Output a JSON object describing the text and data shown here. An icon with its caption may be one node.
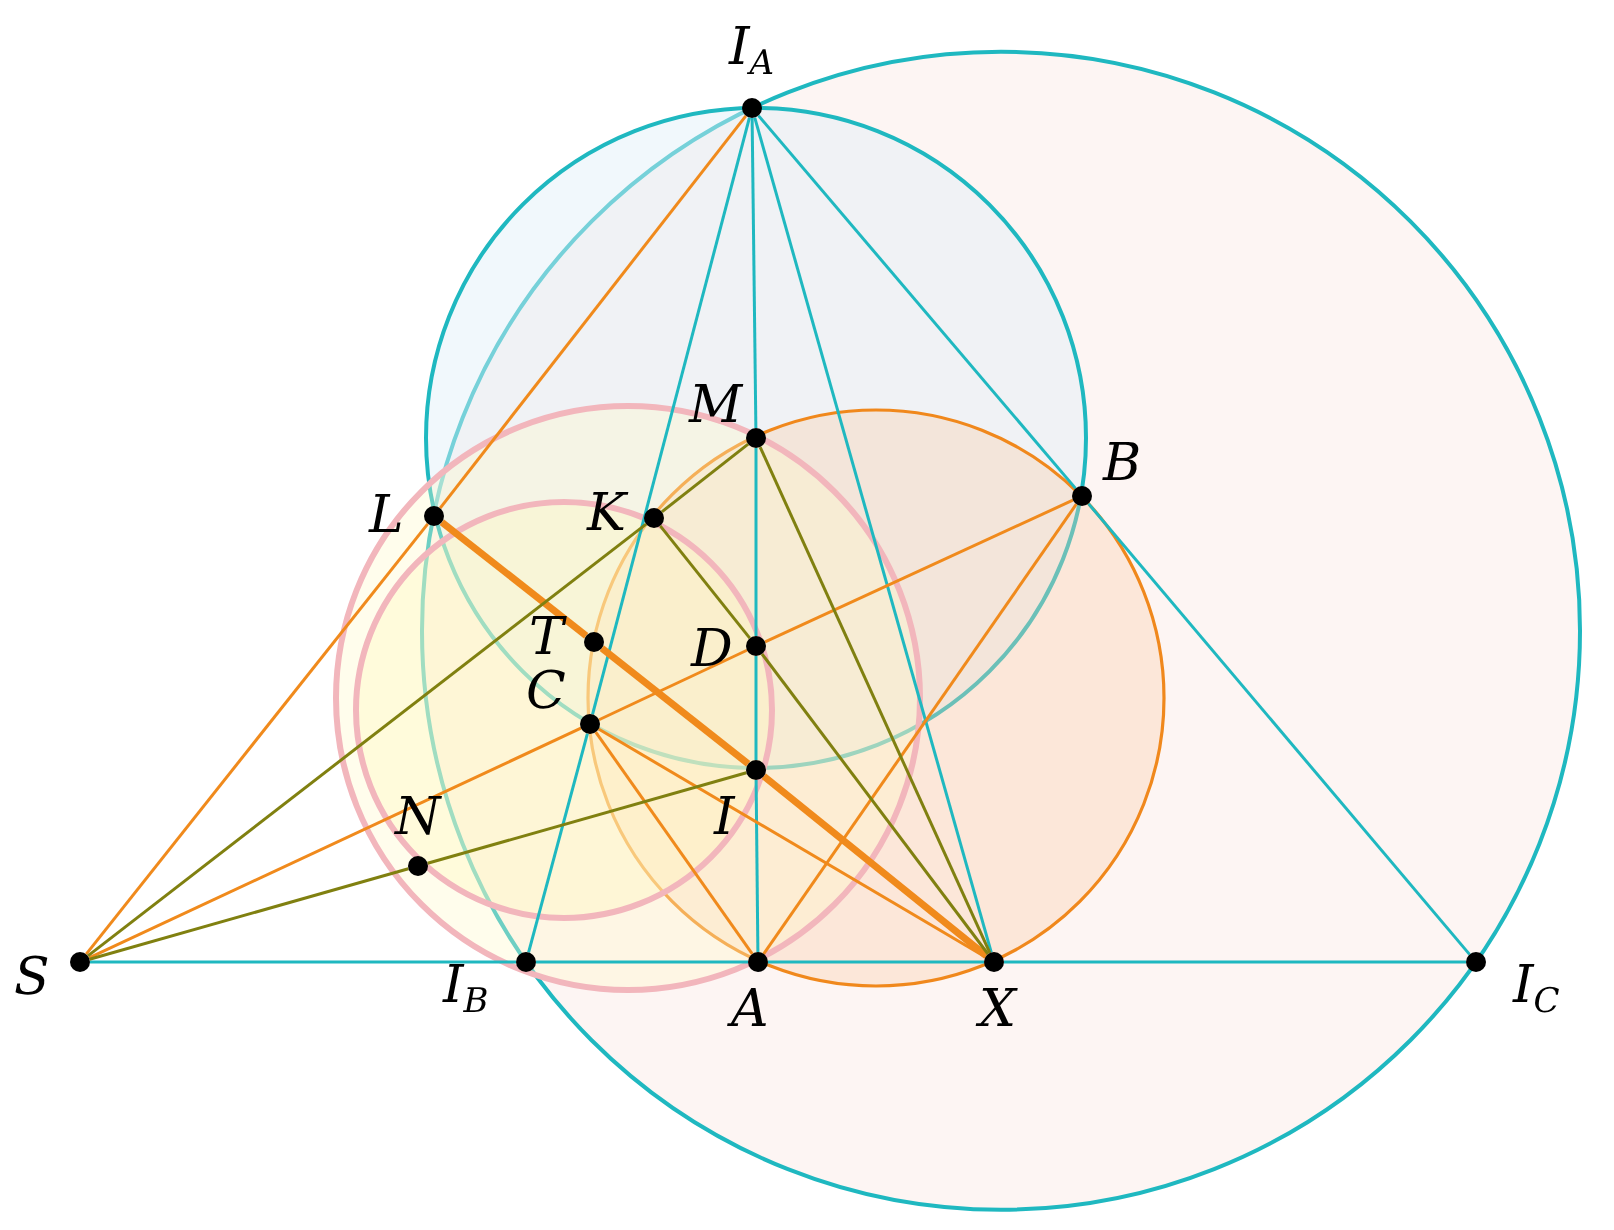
{
  "diagram": {
    "nodes": [
      {
        "text": [
          "I$_{A}$"
        ]
      },
      {
        "text": [
          "M"
        ]
      },
      {
        "text": [
          "L"
        ]
      },
      {
        "text": [
          "K"
        ]
      },
      {
        "text": [
          "B"
        ]
      },
      {
        "text": [
          "T"
        ]
      },
      {
        "text": [
          "D"
        ]
      },
      {
        "text": [
          "C"
        ]
      },
      {
        "text": [
          "I"
        ]
      },
      {
        "text": [
          "N"
        ]
      },
      {
        "text": [
          "S"
        ]
      },
      {
        "text": [
          "I$_{B}$"
        ]
      },
      {
        "text": [
          "A"
        ]
      },
      {
        "text": [
          "X"
        ]
      },
      {
        "text": [
          "I$_{C}$"
        ]
      }
    ],
    "edges": [
      {
        "from": 0,
        "to": 7,
        "arrow": "none"
      },
      {
        "from": 7,
        "to": 11,
        "arrow": "none"
      },
      {
        "from": 0,
        "to": 1,
        "arrow": "none"
      },
      {
        "from": 1,
        "to": 6,
        "arrow": "none"
      },
      {
        "from": 6,
        "to": 8,
        "arrow": "none"
      },
      {
        "from": 8,
        "to": 12,
        "arrow": "none"
      },
      {
        "from": 0,
        "to": 13,
        "arrow": "none"
      },
      {
        "from": 0,
        "to": 4,
        "arrow": "none"
      },
      {
        "from": 4,
        "to": 14,
        "arrow": "none"
      },
      {
        "from": 10,
        "to": 11,
        "arrow": "none"
      },
      {
        "from": 11,
        "to": 12,
        "arrow": "none"
      },
      {
        "from": 12,
        "to": 13,
        "arrow": "none"
      },
      {
        "from": 13,
        "to": 14,
        "arrow": "none"
      },
      {
        "from": 10,
        "to": 2,
        "arrow": "none",
        "color": "#f08a1c"
      },
      {
        "from": 2,
        "to": 0,
        "arrow": "none",
        "color": "#f08a1c"
      },
      {
        "from": 10,
        "to": 7,
        "arrow": "none",
        "color": "#f08a1c"
      },
      {
        "from": 7,
        "to": 6,
        "arrow": "none",
        "color": "#f08a1c"
      },
      {
        "from": 6,
        "to": 4,
        "arrow": "none",
        "color": "#f08a1c"
      },
      {
        "from": 12,
        "to": 4,
        "arrow": "none",
        "color": "#f08a1c"
      },
      {
        "from": 12,
        "to": 7,
        "arrow": "none",
        "color": "#f08a1c"
      },
      {
        "from": 7,
        "to": 13,
        "arrow": "none",
        "color": "#f08a1c"
      },
      {
        "from": 2,
        "to": 5,
        "arrow": "none",
        "style": "thick",
        "color": "#f08a1c"
      },
      {
        "from": 5,
        "to": 8,
        "arrow": "none",
        "style": "thick",
        "color": "#f08a1c"
      },
      {
        "from": 8,
        "to": 13,
        "arrow": "none",
        "style": "thick",
        "color": "#f08a1c"
      },
      {
        "from": 10,
        "to": 3,
        "arrow": "none",
        "color": "#808010"
      },
      {
        "from": 3,
        "to": 1,
        "arrow": "none",
        "color": "#808010"
      },
      {
        "from": 10,
        "to": 9,
        "arrow": "none",
        "color": "#808010"
      },
      {
        "from": 9,
        "to": 8,
        "arrow": "none",
        "color": "#808010"
      },
      {
        "from": 3,
        "to": 6,
        "arrow": "none",
        "color": "#808010"
      },
      {
        "from": 6,
        "to": 13,
        "arrow": "none",
        "color": "#808010"
      },
      {
        "from": 1,
        "to": 13,
        "arrow": "none",
        "color": "#808010"
      }
    ]
  }
}
